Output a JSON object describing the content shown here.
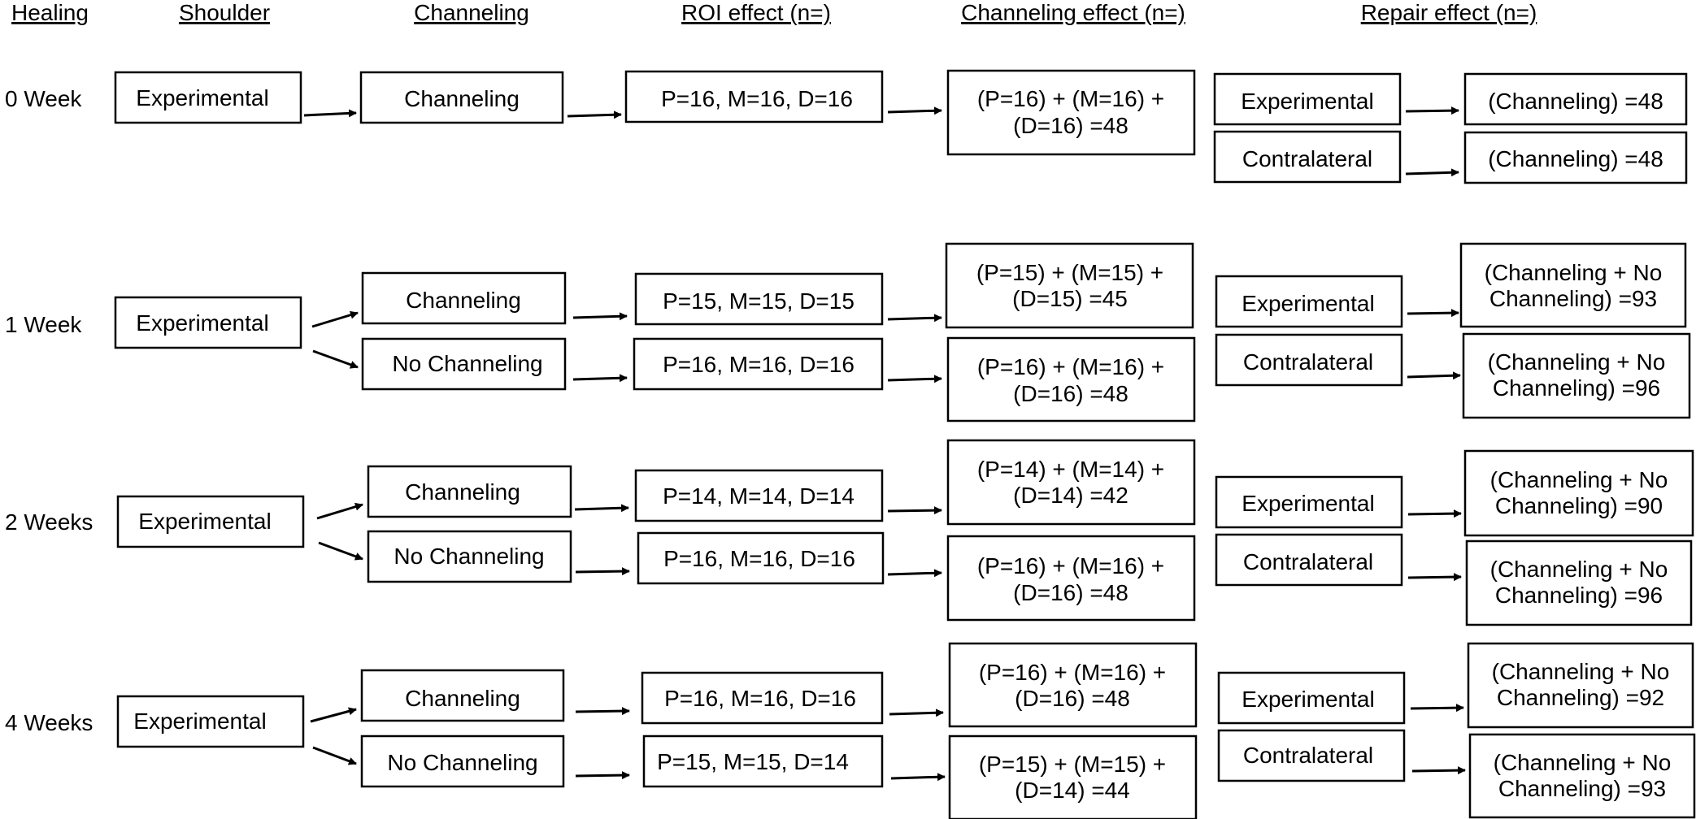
{
  "headers": {
    "healing": "Healing",
    "shoulder": "Shoulder",
    "channeling": "Channeling",
    "roi": "ROI effect (n=)",
    "channeling_effect": "Channeling effect (n=)",
    "repair": "Repair effect (n=)"
  },
  "rows": [
    {
      "healing": "0 Week",
      "shoulder": "Experimental",
      "branches": [
        {
          "channeling": "Channeling",
          "roi": "P=16, M=16, D=16",
          "ce_line1": "(P=16) + (M=16) +",
          "ce_line2": "(D=16) =48"
        }
      ],
      "repair": [
        {
          "side": "Experimental",
          "line1": "(Channeling) =48",
          "line2": ""
        },
        {
          "side": "Contralateral",
          "line1": "(Channeling) =48",
          "line2": ""
        }
      ]
    },
    {
      "healing": "1 Week",
      "shoulder": "Experimental",
      "branches": [
        {
          "channeling": "Channeling",
          "roi": "P=15, M=15, D=15",
          "ce_line1": "(P=15) + (M=15) +",
          "ce_line2": "(D=15) =45"
        },
        {
          "channeling": "No Channeling",
          "roi": "P=16, M=16, D=16",
          "ce_line1": "(P=16) + (M=16) +",
          "ce_line2": "(D=16) =48"
        }
      ],
      "repair": [
        {
          "side": "Experimental",
          "line1": "(Channeling + No",
          "line2": "Channeling) =93"
        },
        {
          "side": "Contralateral",
          "line1": "(Channeling + No",
          "line2": "Channeling) =96"
        }
      ]
    },
    {
      "healing": "2 Weeks",
      "shoulder": "Experimental",
      "branches": [
        {
          "channeling": "Channeling",
          "roi": "P=14, M=14, D=14",
          "ce_line1": "(P=14) + (M=14) +",
          "ce_line2": "(D=14) =42"
        },
        {
          "channeling": "No Channeling",
          "roi": "P=16, M=16, D=16",
          "ce_line1": "(P=16) + (M=16) +",
          "ce_line2": "(D=16) =48"
        }
      ],
      "repair": [
        {
          "side": "Experimental",
          "line1": "(Channeling + No",
          "line2": "Channeling) =90"
        },
        {
          "side": "Contralateral",
          "line1": "(Channeling + No",
          "line2": "Channeling) =96"
        }
      ]
    },
    {
      "healing": "4 Weeks",
      "shoulder": "Experimental",
      "branches": [
        {
          "channeling": "Channeling",
          "roi": "P=16, M=16, D=16",
          "ce_line1": "(P=16) + (M=16) +",
          "ce_line2": "(D=16) =48"
        },
        {
          "channeling": "No Channeling",
          "roi": "P=15, M=15, D=14",
          "ce_line1": "(P=15) + (M=15) +",
          "ce_line2": "(D=14) =44"
        }
      ],
      "repair": [
        {
          "side": "Experimental",
          "line1": "(Channeling + No",
          "line2": "Channeling) =92"
        },
        {
          "side": "Contralateral",
          "line1": "(Channeling + No",
          "line2": "Channeling) =93"
        }
      ]
    }
  ]
}
